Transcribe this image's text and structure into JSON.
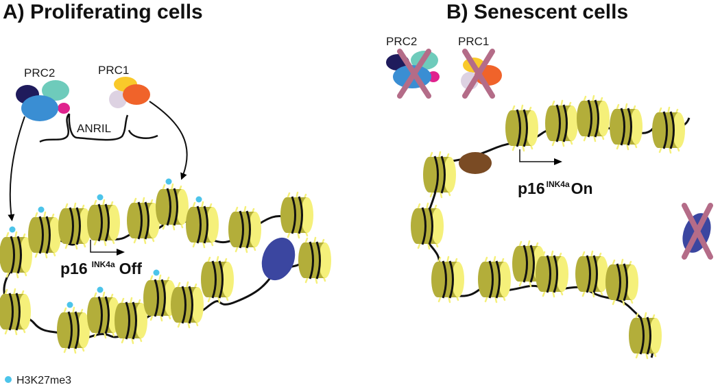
{
  "panel_a": {
    "title": "A) Proliferating cells",
    "prc2_label": "PRC2",
    "prc1_label": "PRC1",
    "anril_label": "ANRIL",
    "gene_main": "p16",
    "gene_sup": "INK4a",
    "gene_state": "Off"
  },
  "panel_b": {
    "title": "B) Senescent cells",
    "prc2_label": "PRC2",
    "prc1_label": "PRC1",
    "gene_main": "p16",
    "gene_sup": "INK4a",
    "gene_state": "On"
  },
  "legend": {
    "h3k27me3_label": "H3K27me3"
  },
  "colors": {
    "nucleosome": "#b3ae3a",
    "histone_tail": "#f5f07a",
    "h3k27me3_mark": "#4cc4ea",
    "prc2_navy": "#1f1b5c",
    "prc2_teal": "#6ecbbb",
    "prc2_blue": "#3a8ed3",
    "prc2_magenta": "#e0238e",
    "prc1_yellow": "#f9c92a",
    "prc1_orange": "#f0632a",
    "prc1_lilac": "#ddd2e2",
    "insulator_blue": "#3b46a0",
    "brown_factor": "#7a4b24",
    "cross": "#b46c88"
  }
}
